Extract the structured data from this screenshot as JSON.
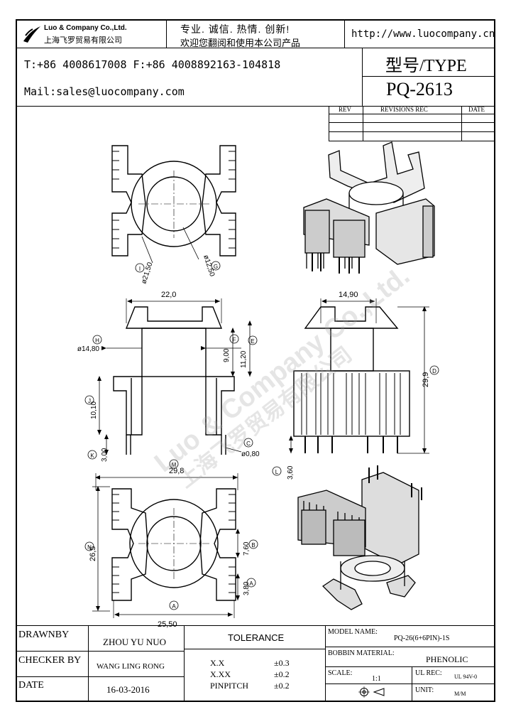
{
  "header": {
    "company_en": "Luo & Company Co.,Ltd.",
    "company_cn": "上海飞罗贸易有限公司",
    "slogan_line1": "专业. 诚信. 热情. 创新!",
    "slogan_line2": "欢迎您翻阅和使用本公司产品",
    "url": "http://www.luocompany.cn",
    "phone_fax": "T:+86 4008617008 F:+86 4008892163-104818",
    "mail": "Mail:sales@luocompany.com",
    "type_label": "型号/TYPE",
    "type_value": "PQ-2613"
  },
  "revision_table": {
    "headers": [
      "REV",
      "REVISIONS REC",
      "DATE"
    ]
  },
  "watermark": {
    "line1": "Luo & Company Co.,Ltd.",
    "line2": "上海飞罗贸易有限公司"
  },
  "dimensions": {
    "d21_50": "ø21,50",
    "d12_50": "ø12,50",
    "label_I": "I",
    "label_G": "G",
    "w22_0": "22,0",
    "w14_90": "14,90",
    "d14_80": "ø14,80",
    "label_H": "H",
    "label_F": "F",
    "label_E": "E",
    "h9_00": "9,00",
    "h11_20": "11,20",
    "h29_9": "29,9",
    "label_D": "D",
    "h10_10": "10,10",
    "label_J": "J",
    "h3_00": "3,00",
    "label_K": "K",
    "d0_80": "ø0,80",
    "label_C": "C",
    "h3_60": "3,60",
    "label_L": "L",
    "w29_8": "29,8",
    "label_M": "M",
    "h26_5": "26,5",
    "label_N": "N",
    "h7_60": "7,60",
    "label_B": "B",
    "h3_80": "3,80",
    "label_A2": "A",
    "w25_50": "25,50",
    "label_A": "A"
  },
  "title_block": {
    "drawnby_label": "DRAWNBY",
    "drawnby_value": "ZHOU YU NUO",
    "checker_label": "CHECKER BY",
    "checker_value": "WANG LING RONG",
    "date_label": "DATE",
    "date_value": "16-03-2016",
    "tolerance_label": "TOLERANCE",
    "tol_rows": [
      {
        "name": "X.X",
        "value": "±0.3"
      },
      {
        "name": "X.XX",
        "value": "±0.2"
      },
      {
        "name": "PINPITCH",
        "value": "±0.2"
      }
    ],
    "model_label": "MODEL NAME:",
    "model_value": "PQ-26(6+6PIN)-1S",
    "bobbin_label": "BOBBIN MATERIAL:",
    "bobbin_value": "PHENOLIC",
    "scale_label": "SCALE:",
    "scale_value": "1:1",
    "ul_label": "UL REC:",
    "ul_value": "UL 94V-0",
    "unit_label": "UNIT:",
    "unit_value": "M/M"
  }
}
